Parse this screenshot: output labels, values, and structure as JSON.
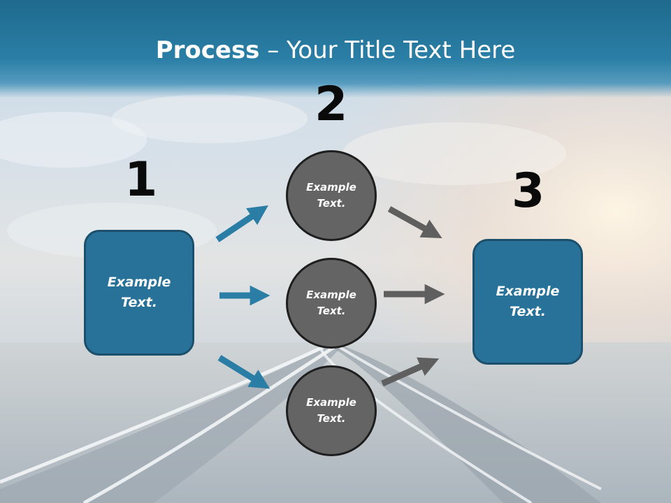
{
  "title": {
    "bold": "Process",
    "rest": " – Your Title Text Here"
  },
  "steps": {
    "one": "1",
    "two": "2",
    "three": "3"
  },
  "boxes": {
    "left": "Example Text.",
    "right": "Example Text."
  },
  "circles": [
    "Example Text.",
    "Example Text.",
    "Example Text."
  ],
  "colors": {
    "header": "#2a7ea5",
    "box_fill": "#28729a",
    "box_border": "#1c4f6b",
    "circle_fill": "#646464",
    "arrow_blue": "#2a7ea5",
    "arrow_gray": "#5f5f5f"
  }
}
